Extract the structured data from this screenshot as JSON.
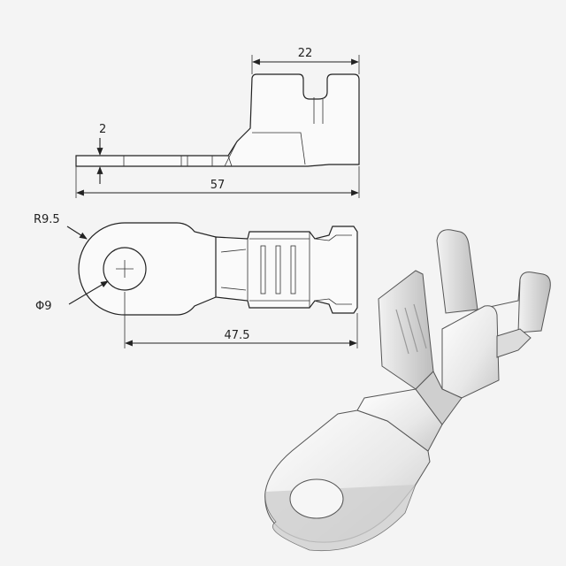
{
  "dimensions": {
    "side_height": "22",
    "thickness": "2",
    "overall_length": "57",
    "ring_radius": "R9.5",
    "hole_diameter": "Φ9",
    "center_to_end": "47.5"
  },
  "colors": {
    "background": "#f4f4f4",
    "line": "#222222",
    "part_light": "#fafafa",
    "part_shade": "#d6d6d6"
  }
}
